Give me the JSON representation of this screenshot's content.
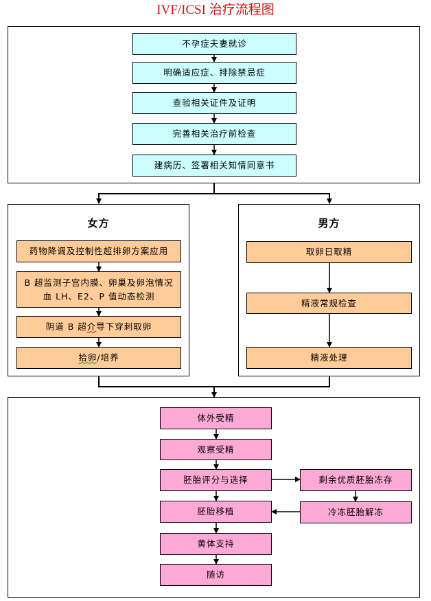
{
  "title": "IVF/ICSI 治疗流程图",
  "colors": {
    "title": "#cc1111",
    "intake_box": "#ccffff",
    "parallel_box": "#ffcc99",
    "lab_box": "#ffaad6",
    "border": "#000000"
  },
  "intake": {
    "steps": [
      "不孕症夫妻就诊",
      "明确适应症、排除禁忌症",
      "查验相关证件及证明",
      "完善相关治疗前检查",
      "建病历、签署相关知情同意书"
    ]
  },
  "female": {
    "heading": "女方",
    "steps": [
      "药物降调及控制性超排卵方案应用",
      "B 超监测子宫内膜、卵巢及卵泡情况",
      "血 LH、E2、P 值动态检测",
      "阴道 B 超",
      "介",
      "导下穿刺取卵",
      "拾卵",
      "/培养"
    ]
  },
  "male": {
    "heading": "男方",
    "steps": [
      "取卵日取精",
      "精液常规检查",
      "精液处理"
    ]
  },
  "lab": {
    "steps": [
      "体外受精",
      "观察受精",
      "胚胎评分与选择",
      "胚胎移植",
      "黄体支持",
      "随访"
    ],
    "side_steps": [
      "剩余优质胚胎冻存",
      "冷冻胚胎解冻"
    ]
  }
}
